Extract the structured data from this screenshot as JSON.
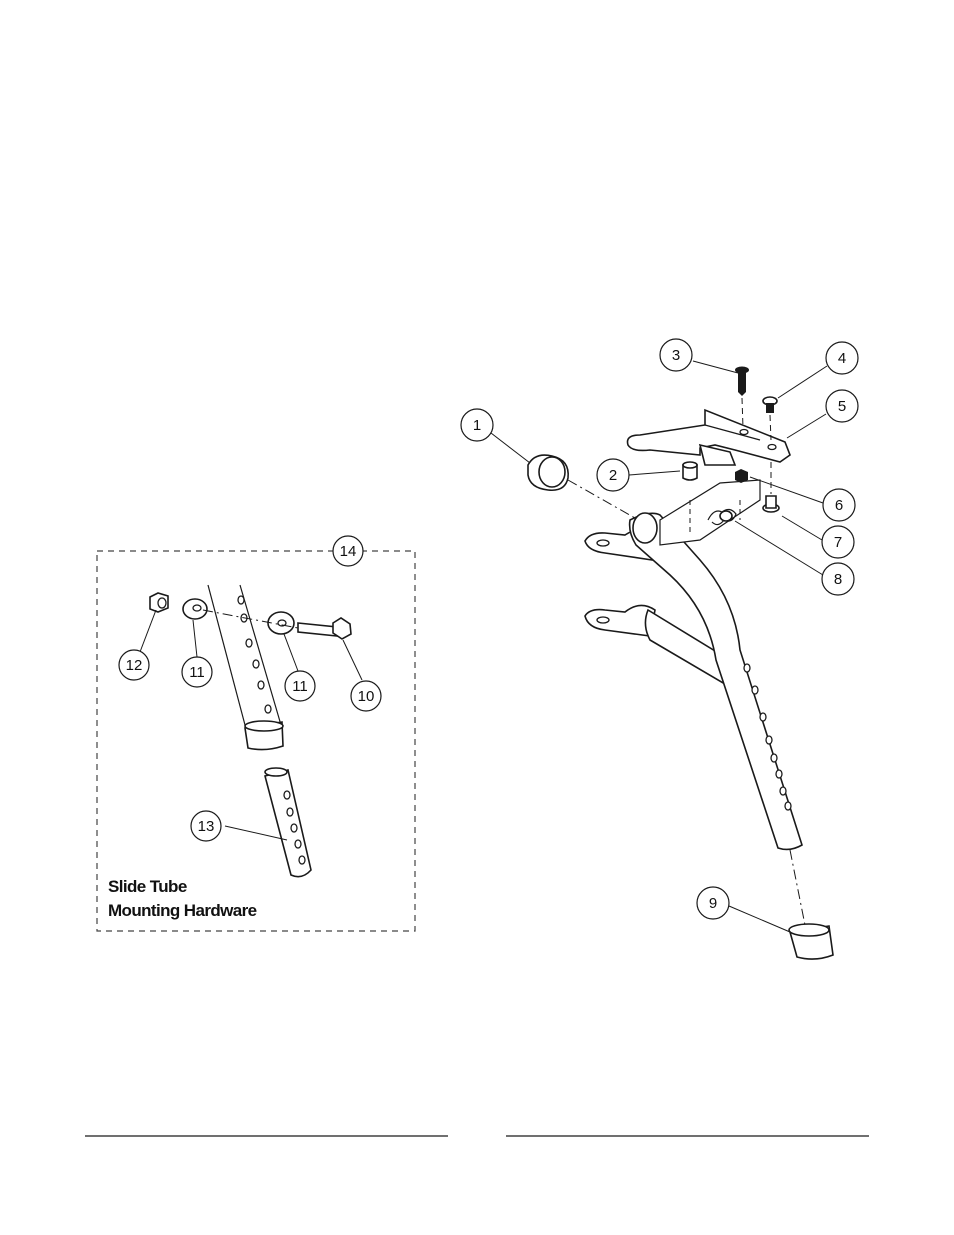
{
  "diagram": {
    "inset_label_line1": "Slide Tube",
    "inset_label_line2": "Mounting Hardware",
    "callouts": {
      "c1": "1",
      "c2": "2",
      "c3": "3",
      "c4": "4",
      "c5": "5",
      "c6": "6",
      "c7": "7",
      "c8": "8",
      "c9": "9",
      "c10": "10",
      "c11a": "11",
      "c11b": "11",
      "c12": "12",
      "c13": "13",
      "c14": "14"
    }
  }
}
